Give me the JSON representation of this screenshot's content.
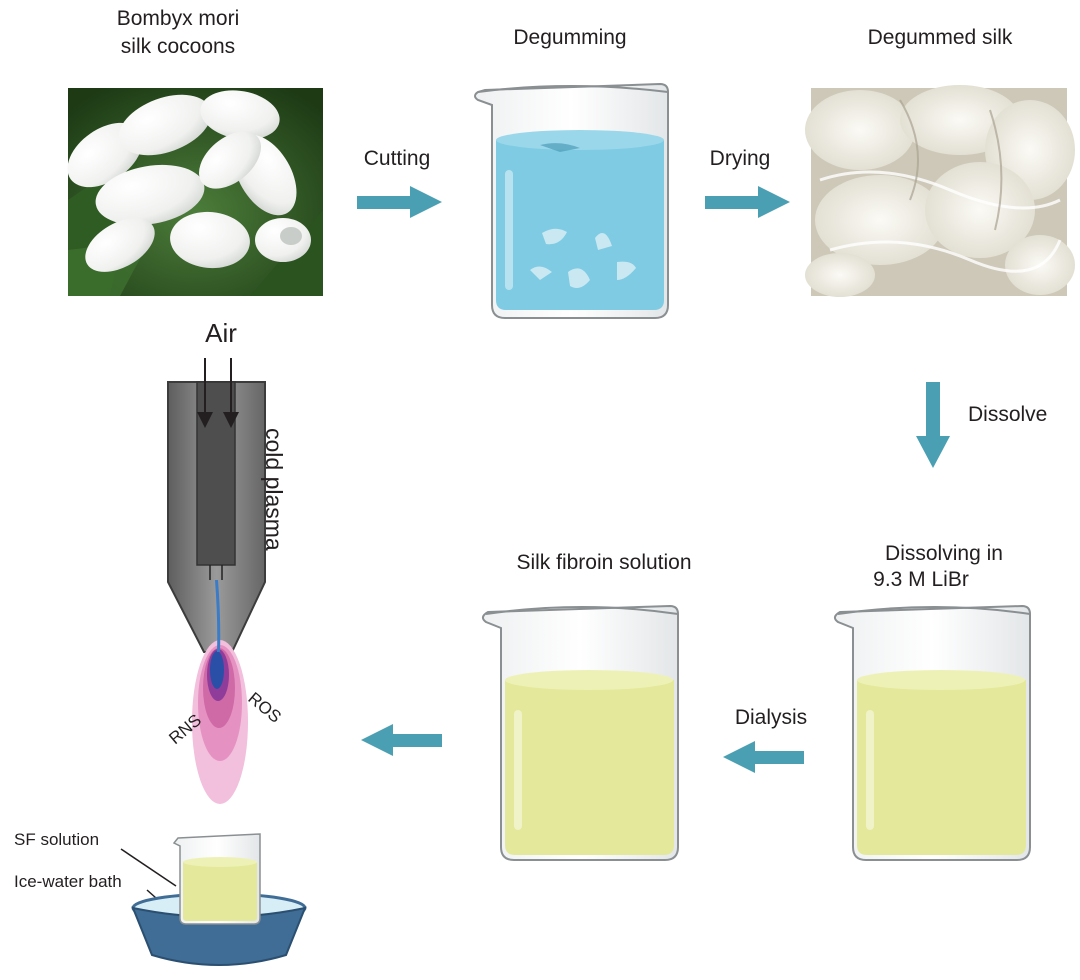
{
  "labels": {
    "cocoons_line1": "Bombyx mori",
    "cocoons_line2": "silk cocoons",
    "degumming": "Degumming",
    "degummed_silk": "Degummed silk",
    "cutting": "Cutting",
    "drying": "Drying",
    "dissolve": "Dissolve",
    "dissolving_line1": "Dissolving in",
    "dissolving_line2": "9.3 M LiBr",
    "silk_fibroin_solution": "Silk fibroin solution",
    "dialysis": "Dialysis",
    "air": "Air",
    "cold_plasma": "cold plasma",
    "rns": "RNS",
    "ros": "ROS",
    "sf_solution": "SF solution",
    "ice_water_bath": "Ice-water bath"
  },
  "colors": {
    "arrow": "#4a9fb3",
    "water": "#7ecbe3",
    "silk_solution": "#e4e89a",
    "plasma_outer": "#f2bfdc",
    "plasma_inner": "#2a4fa6",
    "nozzle": "#7a7a7a",
    "bath": "#3f6d96"
  },
  "icons": [
    "cocoon-photo",
    "beaker-icon",
    "degummed-silk-photo",
    "plasma-jet-icon",
    "ice-bath-icon"
  ]
}
